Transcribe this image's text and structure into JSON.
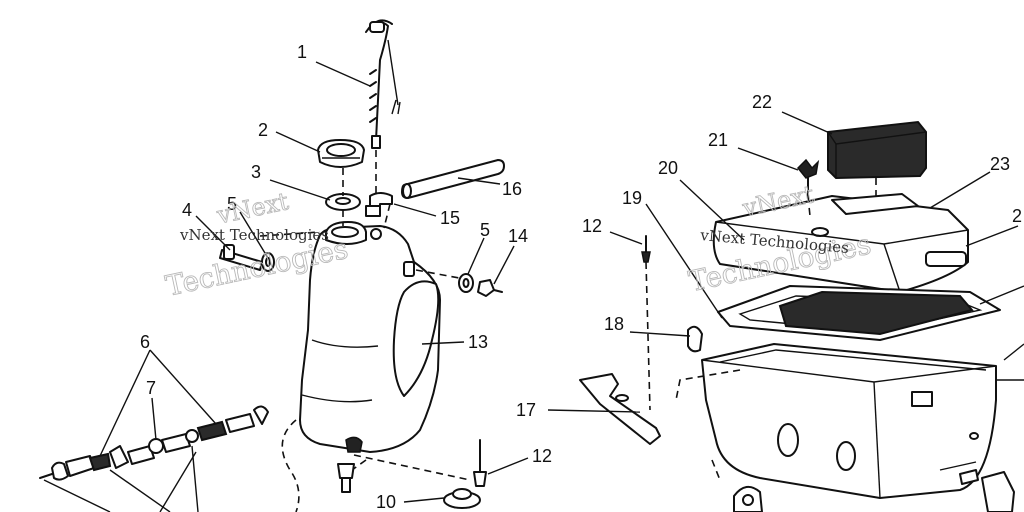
{
  "watermark": {
    "line1": "vNext",
    "line2": "Technologies",
    "line3": "vNext Technologies"
  },
  "callouts": {
    "c1": "1",
    "c2": "2",
    "c3": "3",
    "c4": "4",
    "c5a": "5",
    "c5b": "5",
    "c6": "6",
    "c7": "7",
    "c10": "10",
    "c12a": "12",
    "c12b": "12",
    "c13": "13",
    "c14": "14",
    "c15": "15",
    "c16": "16",
    "c17": "17",
    "c18": "18",
    "c19": "19",
    "c20": "20",
    "c21": "21",
    "c22": "22",
    "c23": "23",
    "c24": "2"
  }
}
